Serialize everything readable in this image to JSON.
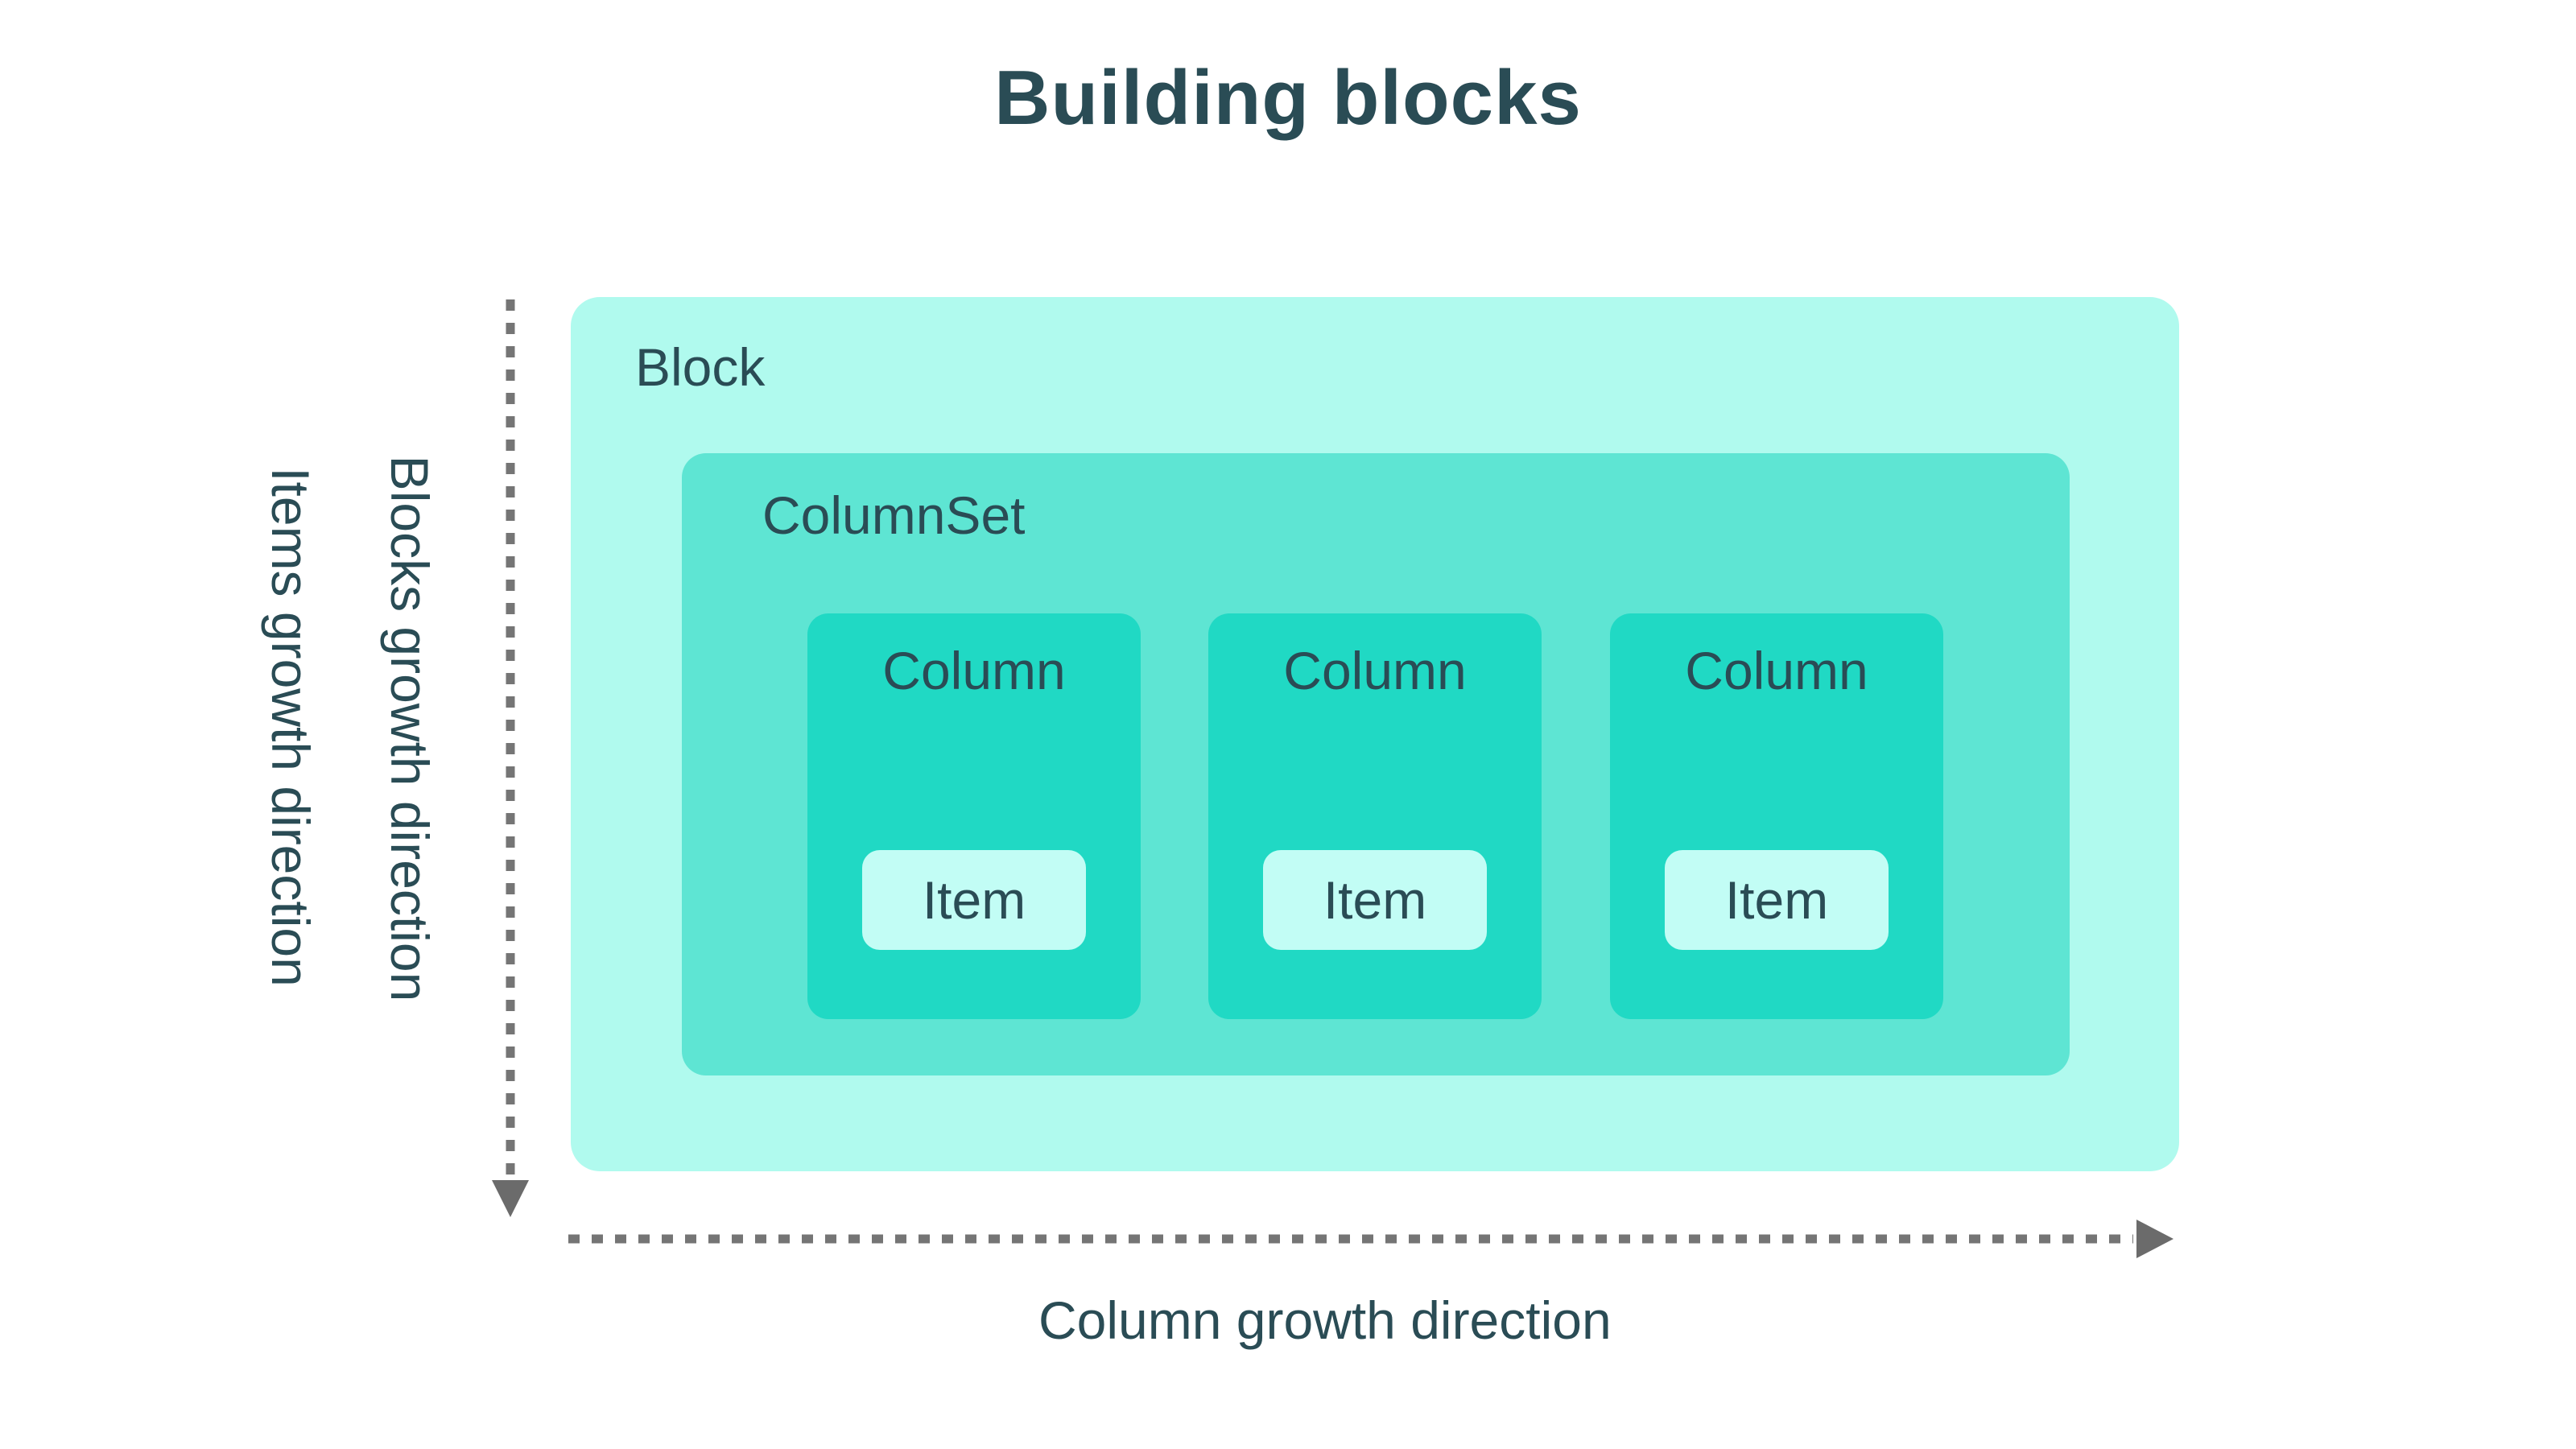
{
  "title": "Building blocks",
  "diagram": {
    "block": {
      "label": "Block"
    },
    "column_set": {
      "label": "ColumnSet"
    },
    "columns": [
      {
        "label": "Column",
        "item": {
          "label": "Item"
        }
      },
      {
        "label": "Column",
        "item": {
          "label": "Item"
        }
      },
      {
        "label": "Column",
        "item": {
          "label": "Item"
        }
      }
    ]
  },
  "axes": {
    "items_growth": {
      "label": "Items growth direction"
    },
    "blocks_growth": {
      "label": "Blocks growth direction"
    },
    "column_growth": {
      "label": "Column growth direction"
    }
  },
  "colors": {
    "title_text": "#2A4C55",
    "label_text": "#2A4C55",
    "block_bg": "#B0FAEE",
    "column_set_bg": "#5EE5D3",
    "column_bg": "#20D9C4",
    "item_bg": "#C2FDF5",
    "arrow_dash": "#757575",
    "arrowhead": "#6B6B6B"
  }
}
